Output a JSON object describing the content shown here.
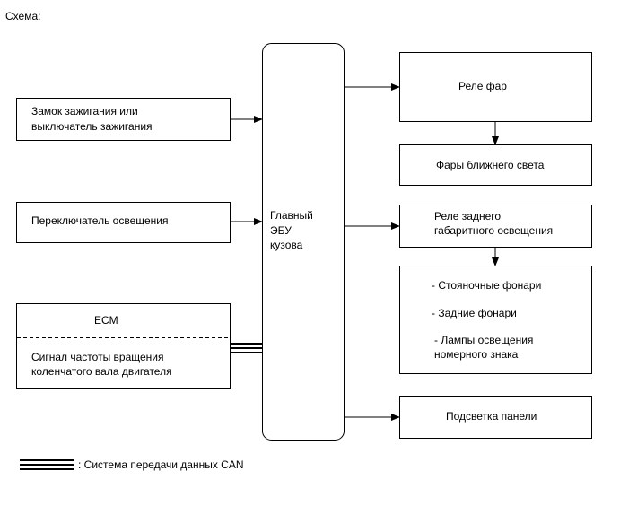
{
  "heading": "Схема:",
  "inputs": {
    "ignition": [
      "Замок зажигания или",
      "выключатель зажигания"
    ],
    "light_switch": "Переключатель освещения",
    "ecm_title": "ECM",
    "ecm_signal": [
      "Сигнал частоты вращения",
      "коленчатого вала двигателя"
    ]
  },
  "central": [
    "Главный",
    "ЭБУ",
    "кузова"
  ],
  "outputs": {
    "headlight_relay": "Реле фар",
    "low_beam": "Фары ближнего света",
    "tail_relay": [
      "Реле заднего",
      "габаритного освещения"
    ],
    "lamps": [
      "- Стояночные фонари",
      "- Задние фонари",
      "- Лампы освещения",
      "номерного знака"
    ],
    "panel_light": "Подсветка панели"
  },
  "legend": ": Система передачи данных CAN",
  "colors": {
    "line": "#000000",
    "background": "#ffffff"
  }
}
